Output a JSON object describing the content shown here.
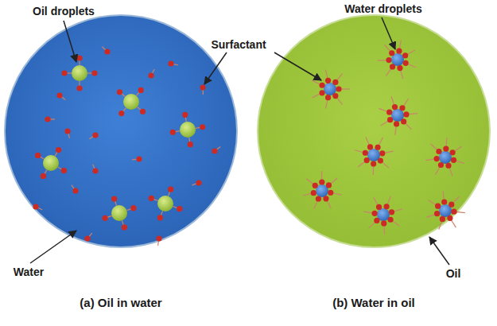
{
  "diagram": {
    "labels": [
      "Oil droplets",
      "Surfactant",
      "Water droplets",
      "Water",
      "Oil",
      "(a) Oil in water",
      "(b) Water in oil"
    ]
  }
}
